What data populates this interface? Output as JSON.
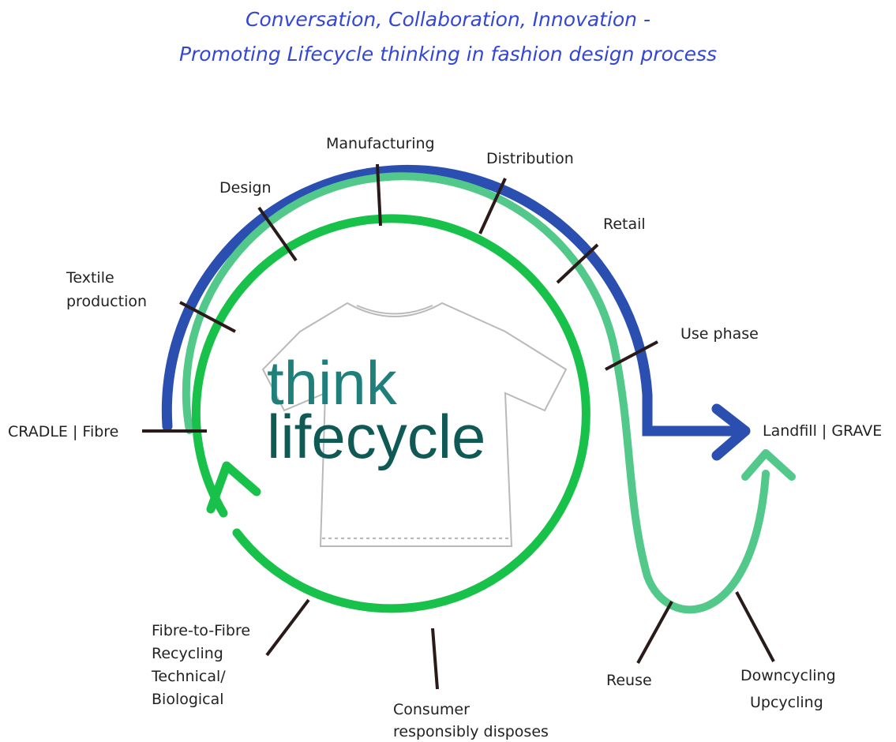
{
  "title": {
    "line1": "Conversation, Collaboration, Innovation -",
    "line2": "Promoting Lifecycle thinking in fashion design process"
  },
  "center": {
    "word1": "think",
    "word2": "lifecycle"
  },
  "stages": {
    "cradle": "CRADLE | Fibre",
    "textile_1": "Textile",
    "textile_2": "production",
    "design": "Design",
    "manufacturing": "Manufacturing",
    "distribution": "Distribution",
    "retail": "Retail",
    "use_phase": "Use phase",
    "grave": "Landfill | GRAVE",
    "reuse": "Reuse",
    "downcycling": "Downcycling",
    "upcycling": "Upcycling",
    "consumer_1": "Consumer",
    "consumer_2": "responsibly disposes",
    "f2f_1": "Fibre-to-Fibre",
    "f2f_2": "Recycling",
    "f2f_3": "Technical/",
    "f2f_4": "Biological"
  },
  "colors": {
    "title": "#3346d6",
    "linear_path": "#2a4fb0",
    "open_loop": "#52c98a",
    "closed_loop": "#18c24a",
    "tick": "#2a1a1a",
    "center_text": "#0f5a55"
  },
  "icons": {
    "garment": "t-shirt-outline"
  }
}
